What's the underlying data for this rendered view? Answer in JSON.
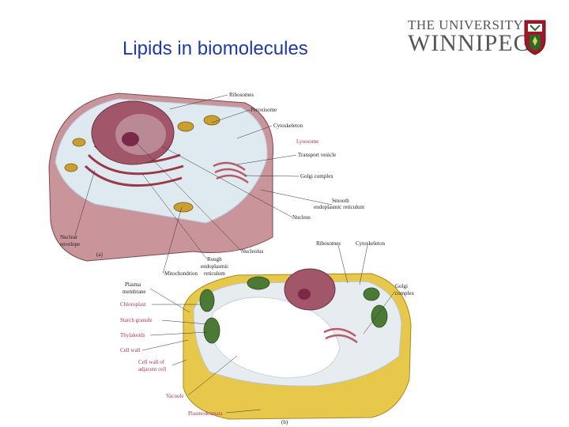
{
  "slide": {
    "title": "Lipids in biomolecules"
  },
  "logo": {
    "line1": "THE UNIVERSITY OF",
    "line2": "WINNIPEG"
  },
  "animal_cell": {
    "panel_label": "(a)",
    "labels": {
      "ribosomes": "Ribosomes",
      "peroxisome": "Peroxisome",
      "cytoskeleton": "Cytoskeleton",
      "lysosome": "Lysosome",
      "transport_vesicle": "Transport vesicle",
      "golgi_complex": "Golgi complex",
      "smooth_er_1": "Smooth",
      "smooth_er_2": "endoplasmic reticulum",
      "nucleus": "Nucleus",
      "nuclear_envelope_1": "Nuclear",
      "nuclear_envelope_2": "envelope",
      "nucleolus": "Nucleolus",
      "rough_er_1": "Rough",
      "rough_er_2": "endoplasmic",
      "rough_er_3": "reticulum",
      "mitochondrion": "Mitochondrion"
    }
  },
  "plant_cell": {
    "panel_label": "(b)",
    "labels": {
      "ribosomes": "Ribosomes",
      "cytoskeleton": "Cytoskeleton",
      "golgi_1": "Golgi",
      "golgi_2": "complex",
      "plasma_membrane_1": "Plasma",
      "plasma_membrane_2": "membrane",
      "chloroplast": "Chloroplast",
      "starch_granule": "Starch granule",
      "thylakoids": "Thylakoids",
      "cell_wall": "Cell wall",
      "cell_wall_adjacent_1": "Cell wall of",
      "cell_wall_adjacent_2": "adjacent cell",
      "vacuole": "Vacuole",
      "plasmodesmata": "Plasmodesmata"
    }
  },
  "colors": {
    "title": "#1f3aa8",
    "animal_outer": "#c9949a",
    "animal_cytoplasm": "#dfe9f0",
    "nucleus": "#a2566a",
    "plant_wall": "#e8c84a",
    "chloroplast": "#4a7a35",
    "crest_red": "#a01828"
  }
}
